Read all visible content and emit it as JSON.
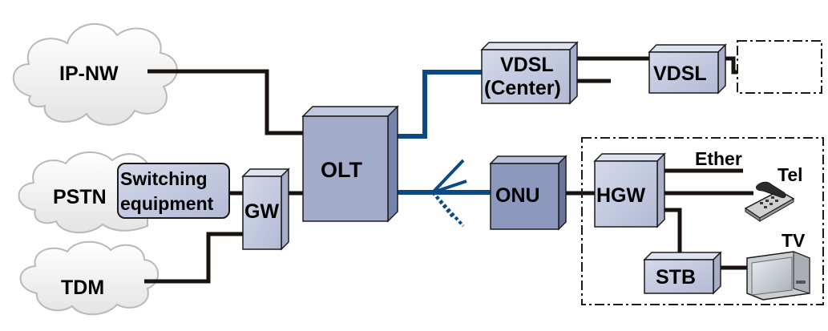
{
  "clouds": {
    "ipnw": "IP-NW",
    "pstn": "PSTN",
    "tdm": "TDM"
  },
  "equipment": {
    "switching_line1": "Switching",
    "switching_line2": "equipment",
    "gw": "GW",
    "olt": "OLT",
    "onu": "ONU",
    "vdsl_center_line1": "VDSL",
    "vdsl_center_line2": "(Center)",
    "vdsl": "VDSL",
    "hgw": "HGW",
    "stb": "STB"
  },
  "terminals": {
    "ether": "Ether",
    "tel": "Tel",
    "tv": "TV"
  },
  "colors": {
    "box_fill": "#c4cae0",
    "box_side": "#8e98b8",
    "box_dark": "#7d89b0",
    "fiber_blue": "#0b4a82",
    "wire_dark": "#1a1112",
    "cloud_fill": "#f2f2f2"
  }
}
